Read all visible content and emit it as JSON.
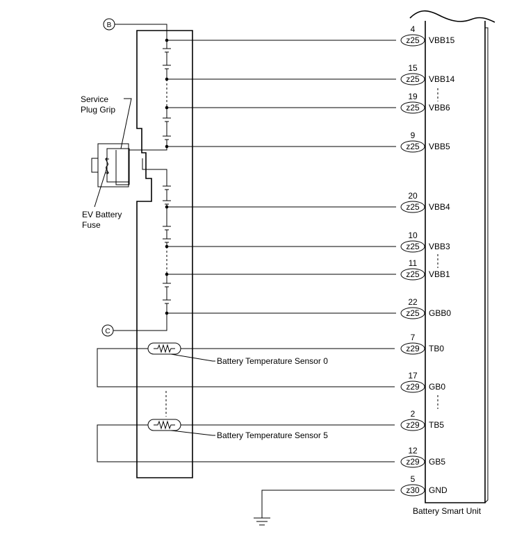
{
  "unit_label": "Battery Smart Unit",
  "connector_ref_b": "B",
  "connector_ref_c": "C",
  "service_plug_label": [
    "Service",
    "Plug Grip"
  ],
  "ev_fuse_label": [
    "EV Battery",
    "Fuse"
  ],
  "terminals": [
    {
      "pin": "4",
      "connector": "z25",
      "signal": "VBB15"
    },
    {
      "pin": "15",
      "connector": "z25",
      "signal": "VBB14"
    },
    {
      "pin": "19",
      "connector": "z25",
      "signal": "VBB6"
    },
    {
      "pin": "9",
      "connector": "z25",
      "signal": "VBB5"
    },
    {
      "pin": "20",
      "connector": "z25",
      "signal": "VBB4"
    },
    {
      "pin": "10",
      "connector": "z25",
      "signal": "VBB3"
    },
    {
      "pin": "11",
      "connector": "z25",
      "signal": "VBB1"
    },
    {
      "pin": "22",
      "connector": "z25",
      "signal": "GBB0"
    },
    {
      "pin": "7",
      "connector": "z29",
      "signal": "TB0"
    },
    {
      "pin": "17",
      "connector": "z29",
      "signal": "GB0"
    },
    {
      "pin": "2",
      "connector": "z29",
      "signal": "TB5"
    },
    {
      "pin": "12",
      "connector": "z29",
      "signal": "GB5"
    },
    {
      "pin": "5",
      "connector": "z30",
      "signal": "GND"
    }
  ],
  "sensors": [
    {
      "label": "Battery Temperature Sensor 0"
    },
    {
      "label": "Battery Temperature Sensor 5"
    }
  ]
}
